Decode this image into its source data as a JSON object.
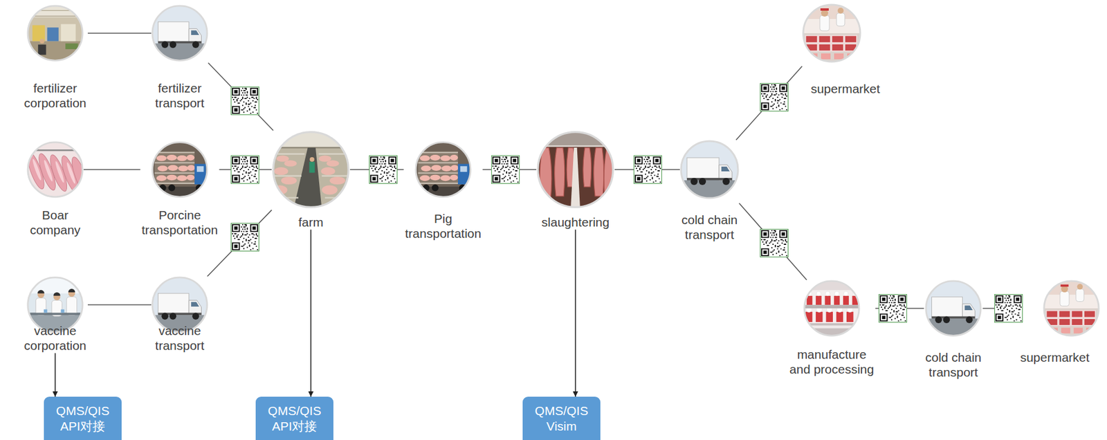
{
  "diagram": {
    "nodes": [
      {
        "text": [
          "fertilizer corporation"
        ]
      },
      {
        "text": [
          "fertilizer transport"
        ]
      },
      {
        "text": [
          "Boar company"
        ]
      },
      {
        "text": [
          "Porcine transportation"
        ]
      },
      {
        "text": [
          "vaccine corporation"
        ]
      },
      {
        "text": [
          "vaccine transport"
        ]
      },
      {
        "text": [
          "farm"
        ]
      },
      {
        "text": [
          "Pig transportation"
        ]
      },
      {
        "text": [
          "slaughtering"
        ]
      },
      {
        "text": [
          "cold chain transport"
        ]
      },
      {
        "text": [
          "supermarket"
        ]
      },
      {
        "text": [
          "manufacture and processing"
        ]
      },
      {
        "text": [
          "cold chain transport"
        ]
      },
      {
        "text": [
          "supermarket"
        ]
      },
      {
        "text": [
          "QMS/QIS API对接"
        ]
      },
      {
        "text": [
          "QMS/QIS API对接"
        ]
      },
      {
        "text": [
          "QMS/QIS Visim"
        ]
      }
    ],
    "edges": [
      {
        "from": 0,
        "to": 1,
        "arrow": "none"
      },
      {
        "from": 1,
        "to": 6,
        "arrow": "none"
      },
      {
        "from": 2,
        "to": 3,
        "arrow": "none"
      },
      {
        "from": 3,
        "to": 6,
        "arrow": "none"
      },
      {
        "from": 4,
        "to": 5,
        "arrow": "none"
      },
      {
        "from": 5,
        "to": 6,
        "arrow": "none"
      },
      {
        "from": 6,
        "to": 7,
        "arrow": "none"
      },
      {
        "from": 7,
        "to": 8,
        "arrow": "none"
      },
      {
        "from": 8,
        "to": 9,
        "arrow": "none"
      },
      {
        "from": 9,
        "to": 10,
        "arrow": "none"
      },
      {
        "from": 9,
        "to": 11,
        "arrow": "none"
      },
      {
        "from": 11,
        "to": 12,
        "arrow": "none"
      },
      {
        "from": 12,
        "to": 13,
        "arrow": "none"
      },
      {
        "from": 4,
        "to": 14,
        "arrow": "to"
      },
      {
        "from": 6,
        "to": 15,
        "arrow": "to"
      },
      {
        "from": 8,
        "to": 16,
        "arrow": "to"
      }
    ]
  }
}
